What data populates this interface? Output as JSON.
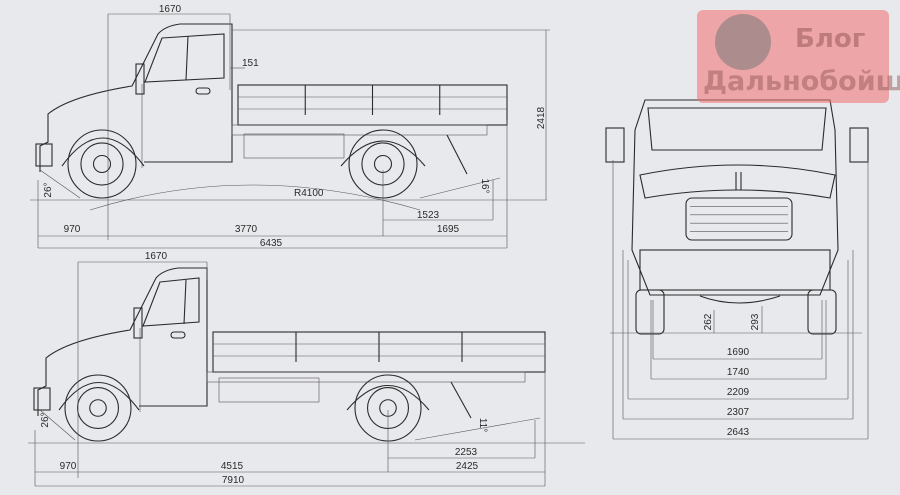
{
  "watermark": {
    "line1": "Блог",
    "line2": "Дальнобойщик"
  },
  "side_view_short": {
    "cab_length": "1670",
    "cab_gap": "151",
    "height": "2418",
    "turning_radius": "R4100",
    "front_overhang": "970",
    "wheelbase": "3770",
    "rear_overhang": "1695",
    "overall_length": "6435",
    "platform_rear": "1523",
    "approach_angle": "26°",
    "departure_angle": "16°"
  },
  "side_view_long": {
    "cab_length": "1670",
    "front_overhang": "970",
    "wheelbase": "4515",
    "rear_overhang": "2425",
    "overall_length": "7910",
    "platform_rear": "2253",
    "approach_angle": "26°",
    "departure_angle": "11°"
  },
  "front_view": {
    "ground_clearance_front": "262",
    "ground_clearance_rear": "293",
    "track_rear": "1690",
    "track_front": "1740",
    "body_width": "2209",
    "width_2307": "2307",
    "width_mirrors": "2643"
  }
}
